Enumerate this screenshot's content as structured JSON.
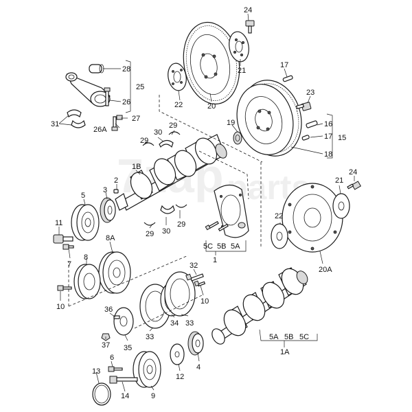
{
  "watermark": {
    "text": "7zap",
    "subtext": "parts"
  },
  "labels": {
    "l24a": "24",
    "l28": "28",
    "l25": "25",
    "l21a": "21",
    "l22a": "22",
    "l20": "20",
    "l17": "17",
    "l23": "23",
    "l16": "16",
    "l15": "15",
    "l17b": "17",
    "l18": "18",
    "l19": "19",
    "l26": "26",
    "l27": "27",
    "l26A": "26A",
    "l31": "31",
    "l30a": "30",
    "l29a": "29",
    "l29b": "29",
    "l1B": "1B",
    "l2": "2",
    "l3": "3",
    "l5": "5",
    "l11": "11",
    "l7": "7",
    "l8": "8",
    "l8A": "8A",
    "l10a": "10",
    "l29c": "29",
    "l30b": "30",
    "l29d": "29",
    "l5C": "5C",
    "l5B": "5B",
    "l5A": "5A",
    "l1": "1",
    "l24b": "24",
    "l21b": "21",
    "l22b": "22",
    "l20A": "20A",
    "l32": "32",
    "l10b": "10",
    "l36": "36",
    "l37": "37",
    "l35": "35",
    "l33a": "33",
    "l34": "34",
    "l33b": "33",
    "l5Ab": "5A",
    "l5Bb": "5B",
    "l5Cb": "5C",
    "l1A": "1A",
    "l6": "6",
    "l13": "13",
    "l14": "14",
    "l9": "9",
    "l12": "12",
    "l4": "4"
  }
}
